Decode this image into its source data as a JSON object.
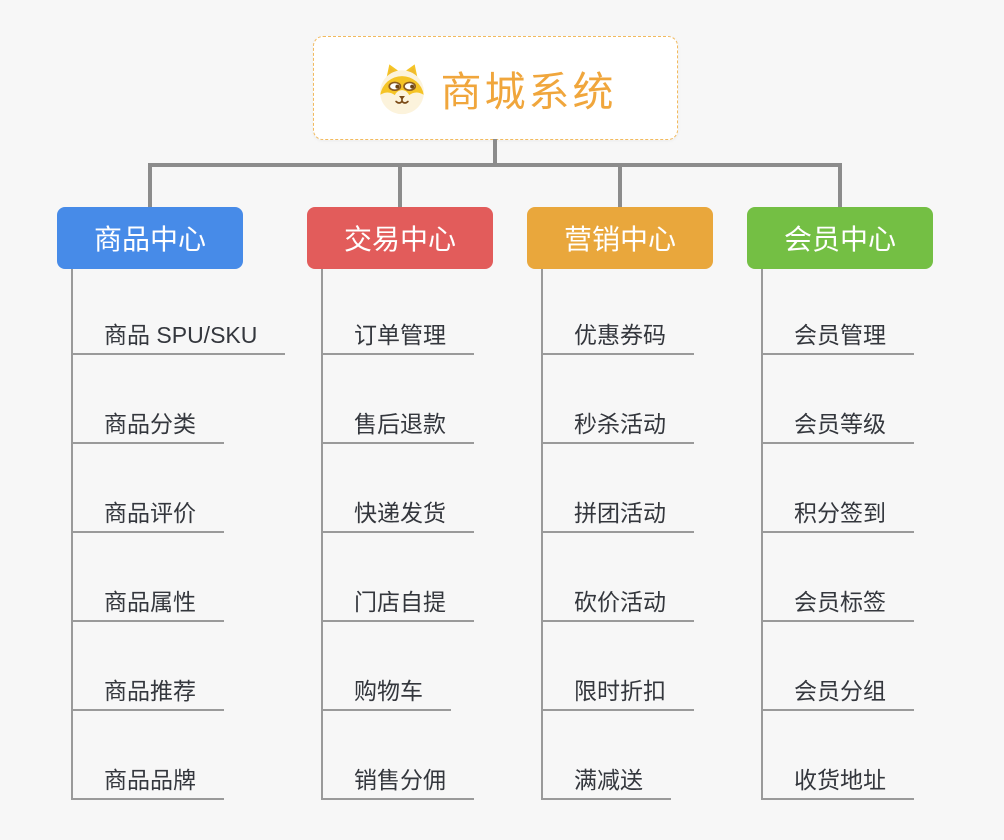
{
  "root": {
    "title": "商城系统",
    "icon": "doge-icon"
  },
  "branches": [
    {
      "label": "商品中心",
      "color": "#478BE8",
      "children": [
        "商品 SPU/SKU",
        "商品分类",
        "商品评价",
        "商品属性",
        "商品推荐",
        "商品品牌"
      ]
    },
    {
      "label": "交易中心",
      "color": "#E25C5B",
      "children": [
        "订单管理",
        "售后退款",
        "快递发货",
        "门店自提",
        "购物车",
        "销售分佣"
      ]
    },
    {
      "label": "营销中心",
      "color": "#E9A73C",
      "children": [
        "优惠券码",
        "秒杀活动",
        "拼团活动",
        "砍价活动",
        "限时折扣",
        "满减送"
      ]
    },
    {
      "label": "会员中心",
      "color": "#74BF44",
      "children": [
        "会员管理",
        "会员等级",
        "积分签到",
        "会员标签",
        "会员分组",
        "收货地址"
      ]
    }
  ],
  "colors": {
    "background": "#F7F7F7",
    "connector": "#8C8C8C",
    "sub_connector": "#9A9A9A",
    "root_accent": "#F0A63C",
    "root_border": "#F2BA5E",
    "item_text": "#34373D"
  }
}
